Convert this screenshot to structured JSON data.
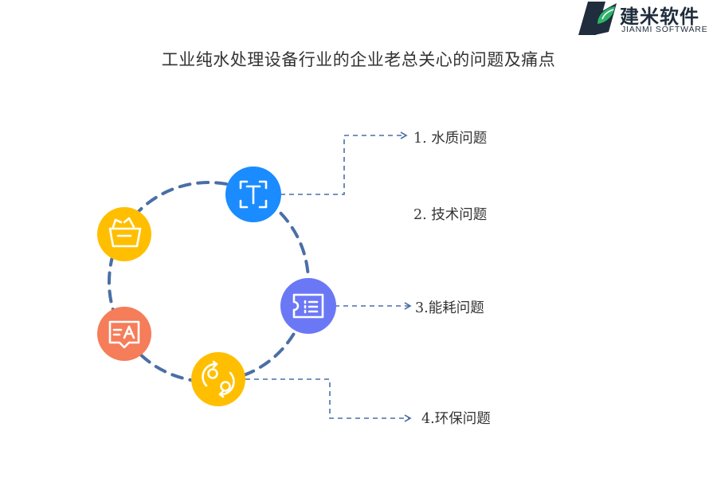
{
  "logo": {
    "name_cn": "建米软件",
    "name_en": "JIANMI SOFTWARE",
    "colors": {
      "dark": "#1f2d3d",
      "green": "#2fb36b"
    }
  },
  "title": "工业纯水处理设备行业的企业老总关心的问题及痛点",
  "items": [
    {
      "label": "1.  水质问题",
      "icon": "text-t-icon",
      "color": "#1a8cff"
    },
    {
      "label": "2.  技术问题",
      "icon": "",
      "color": ""
    },
    {
      "label": "3.能耗问题",
      "icon": "list-card-icon",
      "color": "#6b78f5"
    },
    {
      "label": "4.环保问题",
      "icon": "cycle-arrows-icon",
      "color": "#ffbf00"
    }
  ],
  "extra_nodes": [
    {
      "icon": "folder-basket-icon",
      "color": "#ffbf00"
    },
    {
      "icon": "translate-chat-icon",
      "color": "#f57d5a"
    }
  ],
  "connector_color": "#4a6fa5"
}
